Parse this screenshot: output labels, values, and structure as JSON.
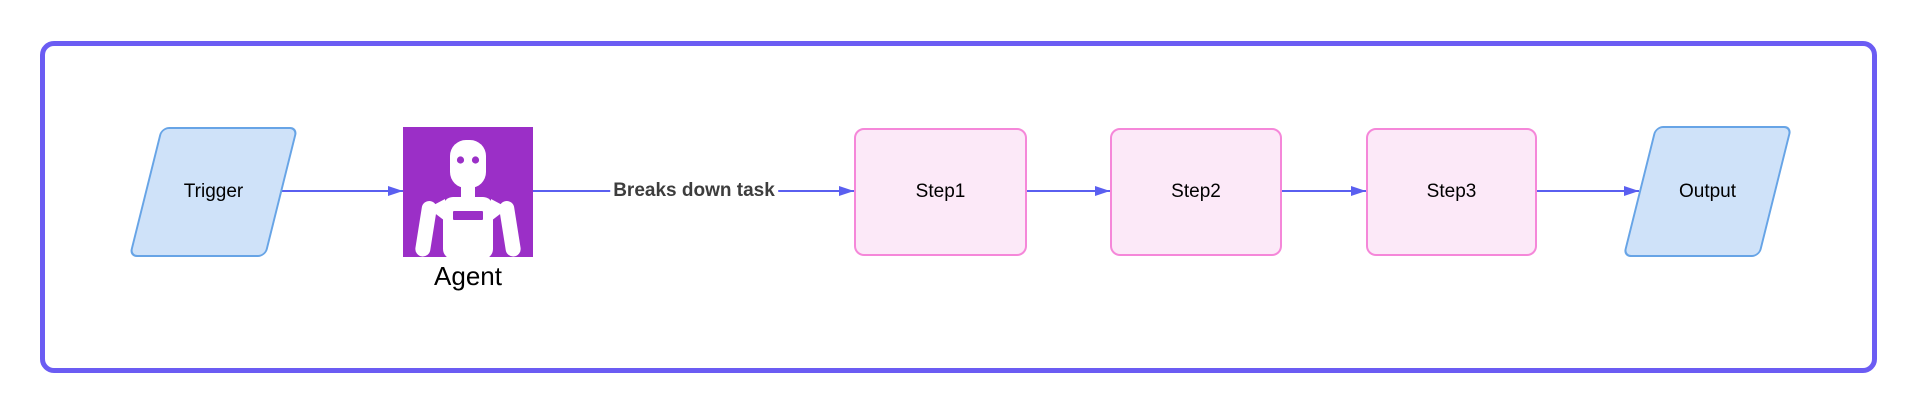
{
  "frame": {
    "border_color": "#6b5cf3"
  },
  "connectors": {
    "color": "#5a5ff0"
  },
  "nodes": {
    "trigger": {
      "label": "Trigger",
      "shape": "parallelogram",
      "fill": "#cfe2f9",
      "stroke": "#67a4e6"
    },
    "agent": {
      "label": "Agent",
      "shape": "image-square",
      "fill": "#9b2fc7",
      "icon": "robot-icon"
    },
    "step1": {
      "label": "Step1",
      "shape": "rounded-rectangle",
      "fill": "#fce9f8",
      "stroke": "#f587d9"
    },
    "step2": {
      "label": "Step2",
      "shape": "rounded-rectangle",
      "fill": "#fce9f8",
      "stroke": "#f587d9"
    },
    "step3": {
      "label": "Step3",
      "shape": "rounded-rectangle",
      "fill": "#fce9f8",
      "stroke": "#f587d9"
    },
    "output": {
      "label": "Output",
      "shape": "parallelogram",
      "fill": "#cfe2f9",
      "stroke": "#67a4e6"
    }
  },
  "edges": {
    "agent_to_step1": {
      "label": "Breaks down task",
      "label_color": "#3d3d3d"
    }
  }
}
